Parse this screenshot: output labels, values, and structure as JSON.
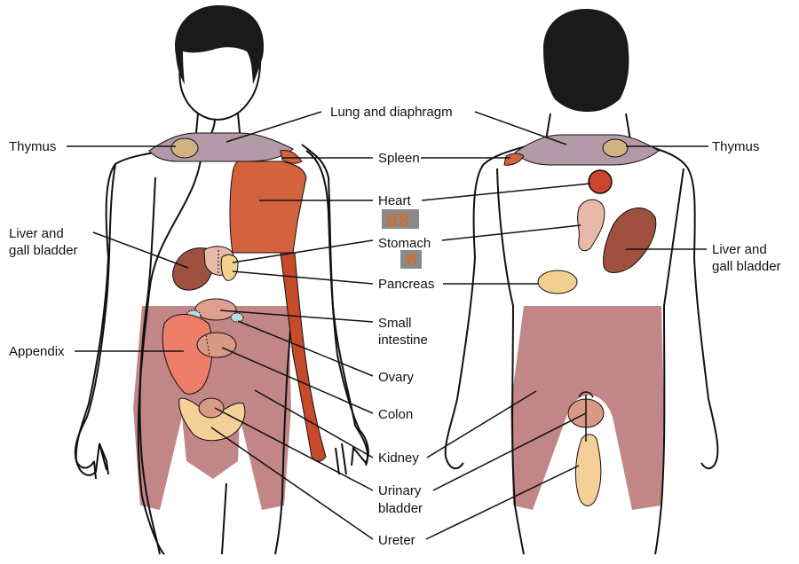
{
  "labels": {
    "thymus_left": "Thymus",
    "liver_left_1": "Liver and",
    "liver_left_2": "gall bladder",
    "appendix": "Appendix",
    "lung": "Lung and diaphragm",
    "spleen": "Spleen",
    "heart": "Heart",
    "heart_ko": "심장",
    "stomach": "Stomach",
    "stomach_ko": "위",
    "pancreas": "Pancreas",
    "small_intestine_1": "Small",
    "small_intestine_2": "intestine",
    "ovary": "Ovary",
    "colon": "Colon",
    "kidney": "Kidney",
    "urinary_1": "Urinary",
    "urinary_2": "bladder",
    "ureter": "Ureter",
    "thymus_right": "Thymus",
    "liver_right_1": "Liver and",
    "liver_right_2": "gall bladder"
  },
  "colors": {
    "outline": "#111111",
    "hair": "#1a1a1a",
    "neck_band": "#b39aa8",
    "thymus": "#d2b183",
    "heart_band": "#d4623e",
    "ureter": "#c74a2a",
    "liver": "#a0503e",
    "stomach": "#e8b8a8",
    "pancreas": "#f3cf90",
    "lower_region": "#c28686",
    "appendix": "#ee7e6a",
    "colon": "#d89a86",
    "bladder": "#f5cf98",
    "ovary": "#b9dde4",
    "small_intestine": "#e0a090",
    "heart_back": "#c8472e"
  }
}
